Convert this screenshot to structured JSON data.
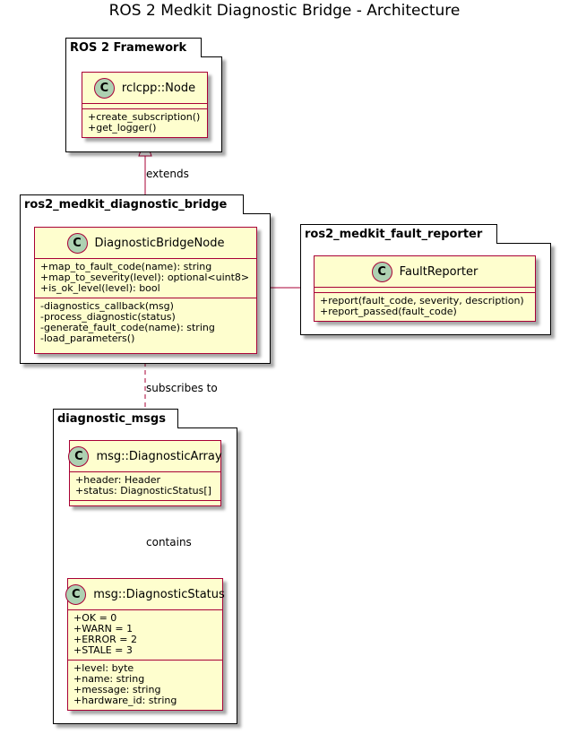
{
  "title": "ROS 2 Medkit Diagnostic Bridge - Architecture",
  "packages": {
    "ros2_framework": {
      "name": "ROS 2 Framework",
      "classes": {
        "node": {
          "badge": "C",
          "name": "rclcpp::Node",
          "attributes": [],
          "methods": [
            "+create_subscription()",
            "+get_logger()"
          ]
        }
      }
    },
    "diagnostic_bridge": {
      "name": "ros2_medkit_diagnostic_bridge",
      "classes": {
        "bridge_node": {
          "badge": "C",
          "name": "DiagnosticBridgeNode",
          "public_methods": [
            "+map_to_fault_code(name): string",
            "+map_to_severity(level): optional<uint8>",
            "+is_ok_level(level): bool"
          ],
          "private_methods": [
            "-diagnostics_callback(msg)",
            "-process_diagnostic(status)",
            "-generate_fault_code(name): string",
            "-load_parameters()"
          ]
        }
      }
    },
    "fault_reporter": {
      "name": "ros2_medkit_fault_reporter",
      "classes": {
        "reporter": {
          "badge": "C",
          "name": "FaultReporter",
          "attributes": [],
          "methods": [
            "+report(fault_code, severity, description)",
            "+report_passed(fault_code)"
          ]
        }
      }
    },
    "diagnostic_msgs": {
      "name": "diagnostic_msgs",
      "classes": {
        "array": {
          "badge": "C",
          "name": "msg::DiagnosticArray",
          "attributes": [
            "+header: Header",
            "+status: DiagnosticStatus[]"
          ]
        },
        "status": {
          "badge": "C",
          "name": "msg::DiagnosticStatus",
          "constants": [
            "+OK = 0",
            "+WARN = 1",
            "+ERROR = 2",
            "+STALE = 3"
          ],
          "attributes": [
            "+level: byte",
            "+name: string",
            "+message: string",
            "+hardware_id: string"
          ]
        }
      }
    }
  },
  "relations": {
    "extends": "extends",
    "subscribes_to": "subscribes to",
    "contains": "contains"
  },
  "colors": {
    "class_fill": "#fefece",
    "class_border": "#a80036",
    "badge_fill": "#add1b2",
    "arrow": "#a80036"
  }
}
